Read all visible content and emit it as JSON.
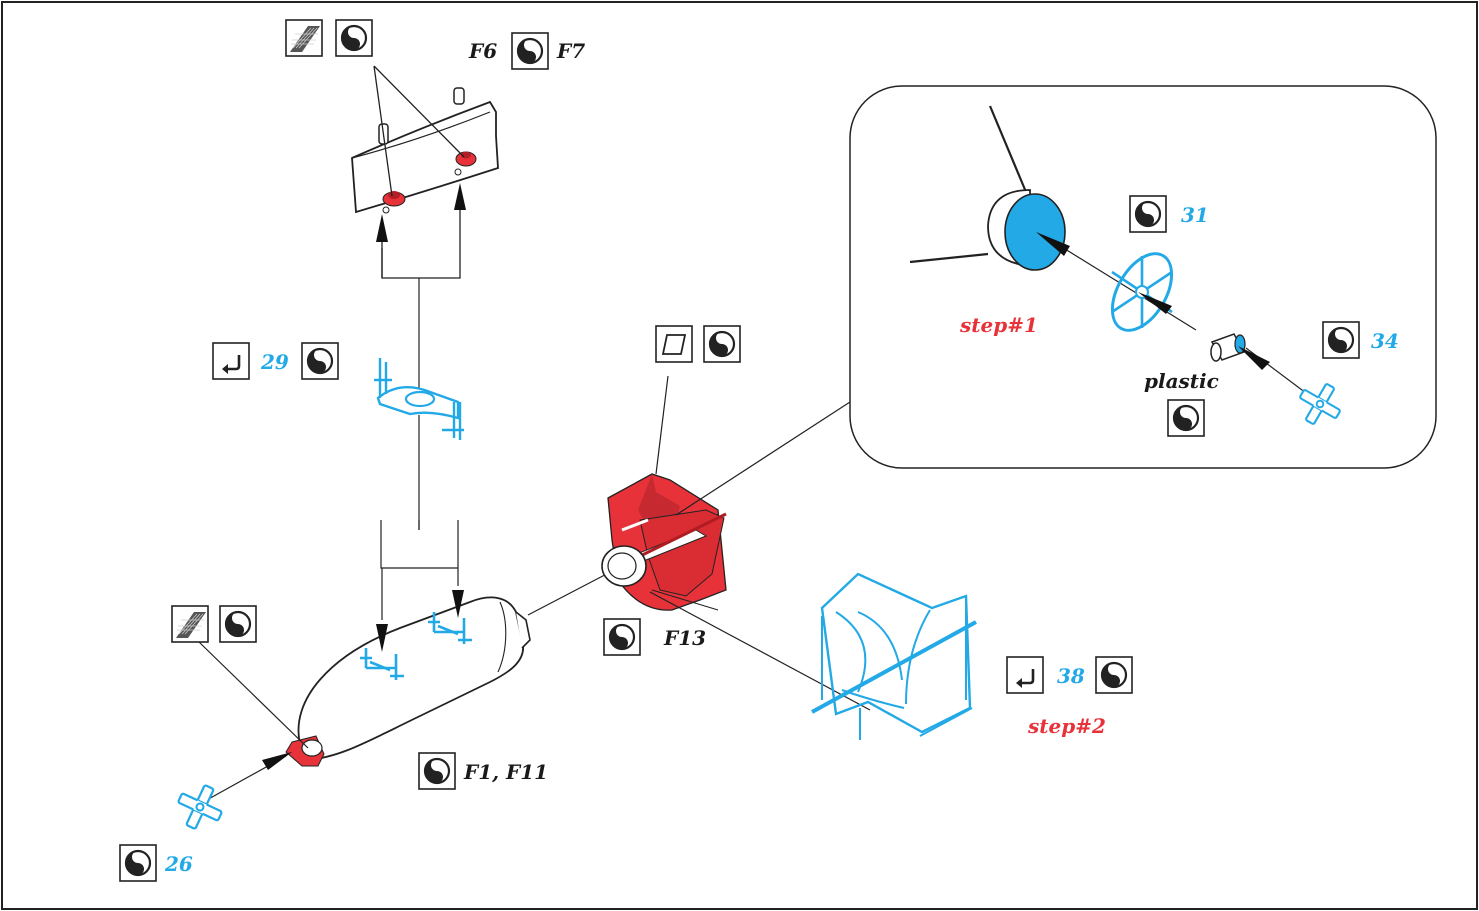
{
  "colors": {
    "callout_black": "#1a1a1a",
    "photoetch_blue": "#22a9e6",
    "resin_red": "#e8323a",
    "frame": "#222222"
  },
  "icons": {
    "glue": "yin-yang-icon",
    "fold": "fold-arrow-icon",
    "texture": "mesh-texture-icon",
    "plate": "plate-outline-icon"
  },
  "labels": {
    "f6": "F6",
    "f7": "F7",
    "part_29": "29",
    "part_31": "31",
    "part_34": "34",
    "step1": "step#1",
    "plastic": "plastic",
    "f13": "F13",
    "part_38": "38",
    "step2": "step#2",
    "f1_f11": "F1, F11",
    "part_26": "26"
  }
}
